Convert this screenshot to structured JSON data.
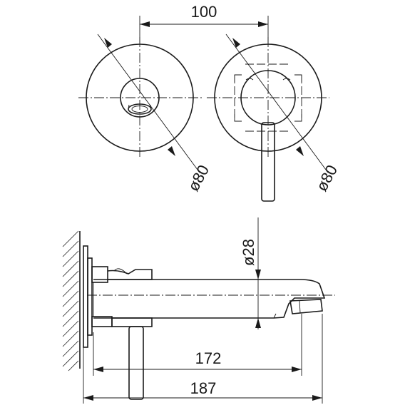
{
  "dimensions": {
    "center_distance": "100",
    "left_diameter": "ø80",
    "right_diameter": "ø80",
    "outlet_diameter": "ø28",
    "spout_length": "172",
    "overall_length": "187"
  }
}
